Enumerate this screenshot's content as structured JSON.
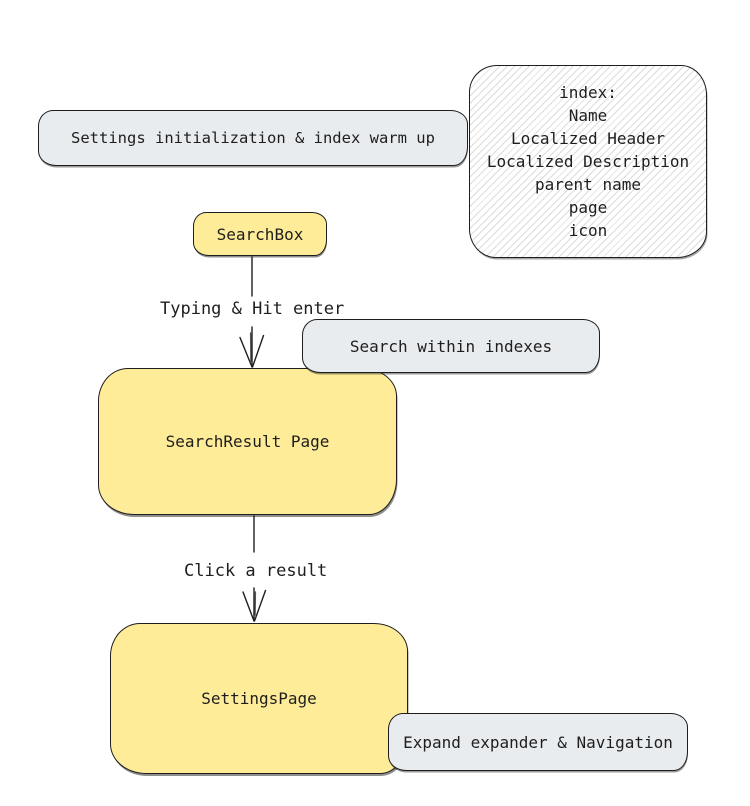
{
  "diagram": {
    "colors": {
      "stroke": "#1e1e1e",
      "yellow": "#ffec99",
      "gray": "#e9ecef",
      "hatch": "#dcdcdc"
    },
    "nodes": {
      "settings_init": {
        "label": "Settings initialization & index warm up"
      },
      "index_note": {
        "lines": [
          "index:",
          "Name",
          "Localized Header",
          "Localized Description",
          "parent name",
          "page",
          "icon"
        ]
      },
      "searchbox": {
        "label": "SearchBox"
      },
      "search_within": {
        "label": "Search within indexes"
      },
      "search_result": {
        "label": "SearchResult Page"
      },
      "settings_page": {
        "label": "SettingsPage"
      },
      "expand_nav": {
        "label": "Expand expander & Navigation"
      }
    },
    "edges": [
      {
        "from": "searchbox",
        "to": "search_result",
        "label": "Typing & Hit enter"
      },
      {
        "from": "search_result",
        "to": "settings_page",
        "label": "Click a result"
      }
    ]
  }
}
